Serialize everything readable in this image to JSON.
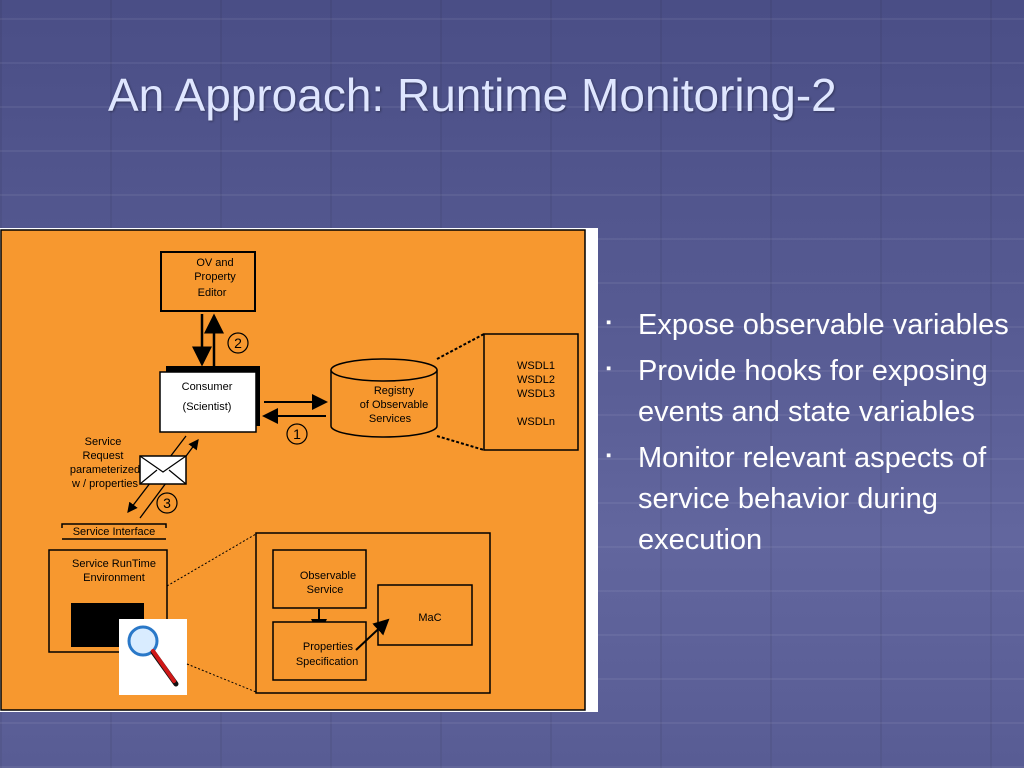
{
  "slide": {
    "title": "An Approach: Runtime Monitoring-2",
    "bullet_marker": "▪",
    "bullets": [
      "Expose observable variables",
      "Provide hooks for exposing events and state variables",
      "Monitor relevant aspects of service behavior during execution"
    ]
  },
  "colors": {
    "diagram_background": "#F7982F",
    "text": "#FFFFFF",
    "title": "#DFE6FF"
  },
  "diagram": {
    "ov_editor": [
      "OV and",
      "Property",
      "Editor"
    ],
    "step_2": "2",
    "consumer": [
      "Consumer",
      "(Scientist)"
    ],
    "step_1": "1",
    "registry": [
      "Registry",
      "of Observable",
      "Services"
    ],
    "wsdl": [
      "WSDL1",
      "WSDL2",
      "WSDL3",
      "WSDLn"
    ],
    "service_request": [
      "Service",
      "Request",
      "parameterized",
      "w / properties"
    ],
    "step_3": "3",
    "service_interface": "Service Interface",
    "runtime": [
      "Service RunTime",
      "Environment"
    ],
    "observable_service": [
      "Observable",
      "Service"
    ],
    "properties_spec": [
      "Properties",
      "Specification"
    ],
    "mac": "MaC"
  }
}
